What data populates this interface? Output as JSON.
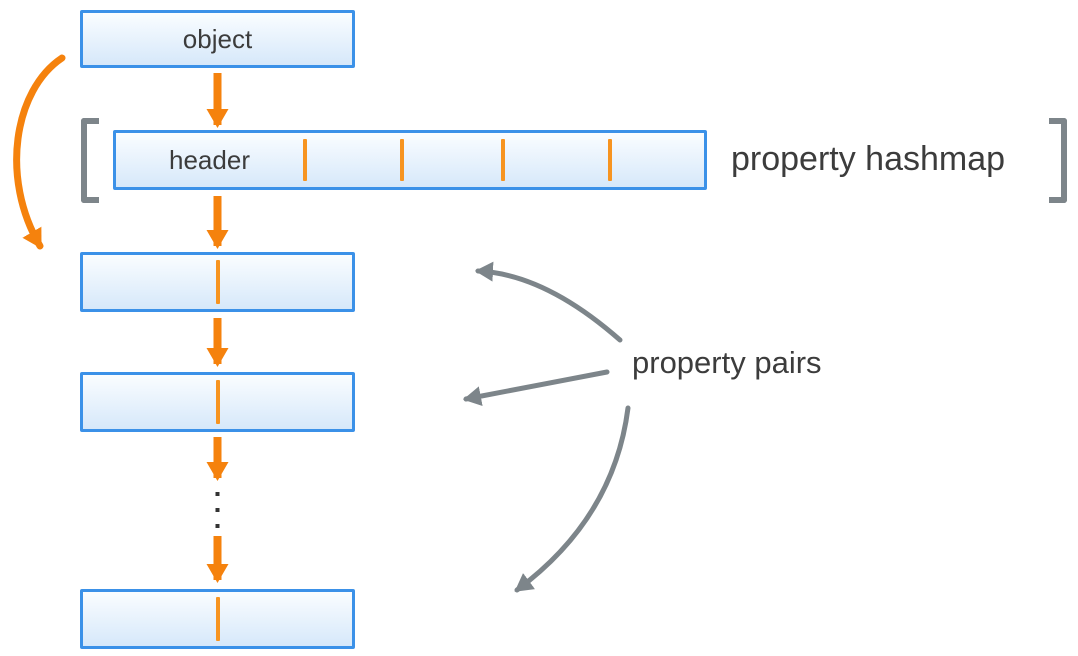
{
  "diagram": {
    "object_box": {
      "label": "object"
    },
    "hashmap": {
      "header_label": "header",
      "caption": "property hashmap",
      "slot_dividers": 4
    },
    "pairs": {
      "caption": "property pairs",
      "visible_pair_boxes": 3,
      "has_continuation_dots": true,
      "pointer_arrows": 3
    },
    "colors": {
      "accent_orange": "#F5820D",
      "divider_orange": "#F79420",
      "box_border_blue": "#3B91E8",
      "box_fill_top": "#FAFDFF",
      "box_fill_bottom": "#D6E8FA",
      "arrow_gray": "#7D858A",
      "text_dark": "#3C3C3C"
    }
  }
}
